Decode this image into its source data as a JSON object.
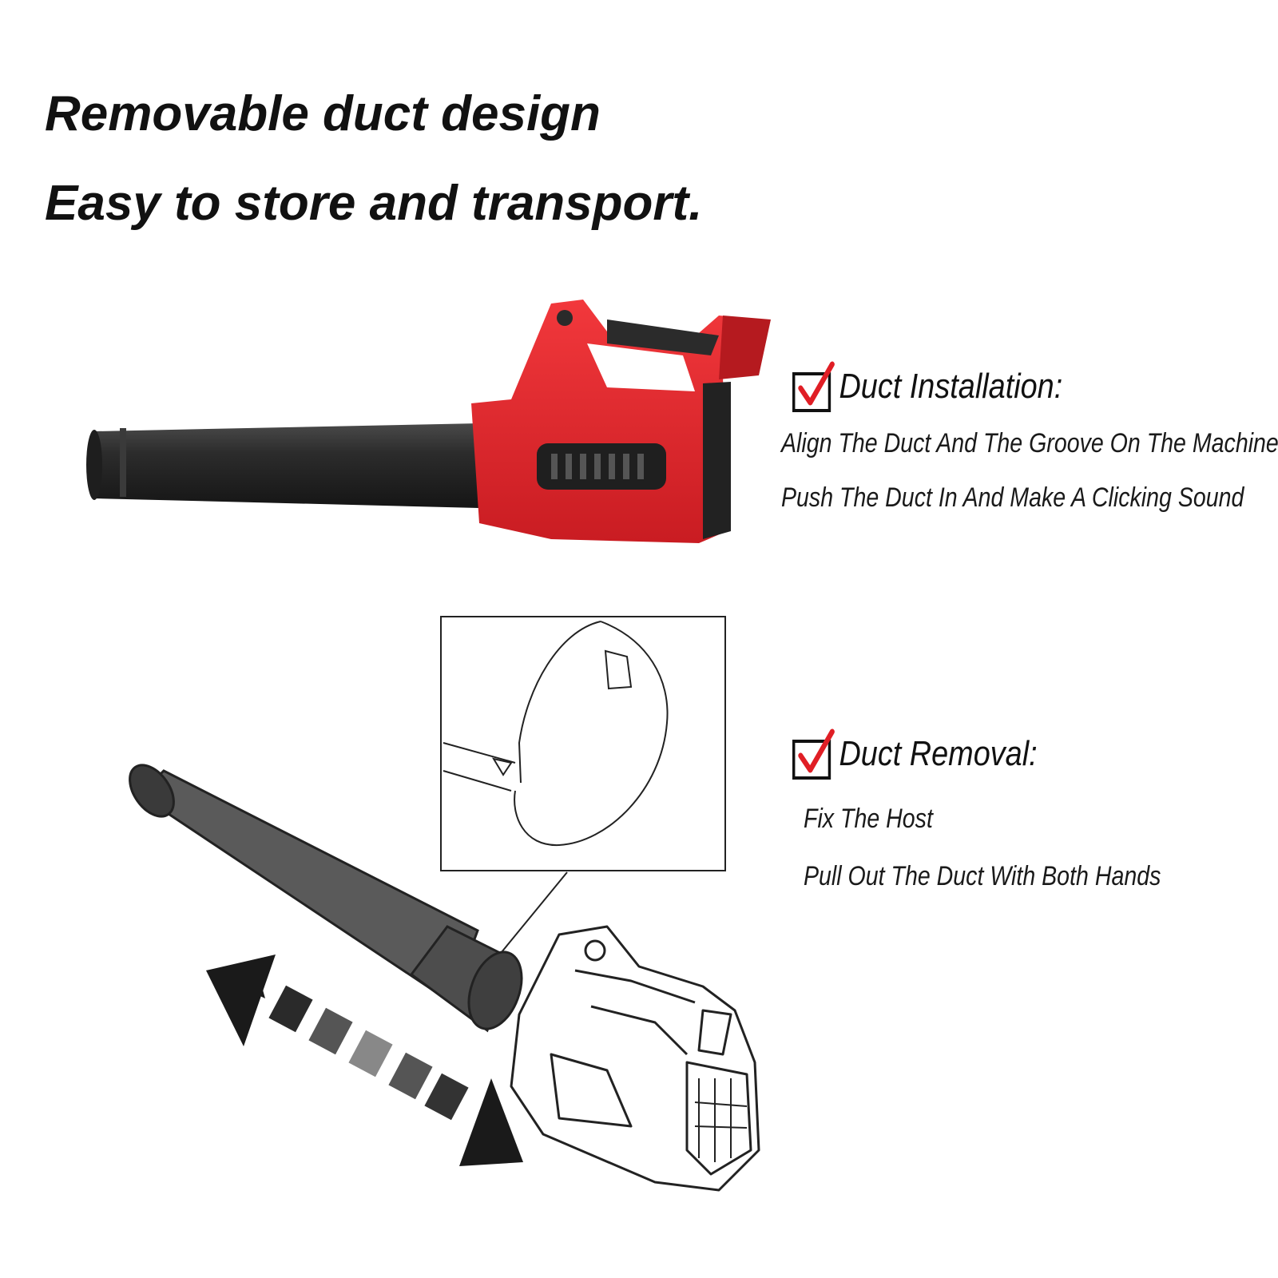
{
  "headline": {
    "line1": "Removable duct design",
    "line2": "Easy to store and transport."
  },
  "installation": {
    "title": "Duct Installation:",
    "steps": [
      "Align The Duct And The Groove On The Machine",
      "Push The Duct In And Make A Clicking Sound"
    ]
  },
  "removal": {
    "title": "Duct Removal:",
    "steps": [
      "Fix The Host",
      "Pull Out The Duct With Both Hands"
    ]
  },
  "colors": {
    "brand_red": "#e0262b",
    "duct_black": "#2a2a2a",
    "check_red": "#e01e25"
  }
}
